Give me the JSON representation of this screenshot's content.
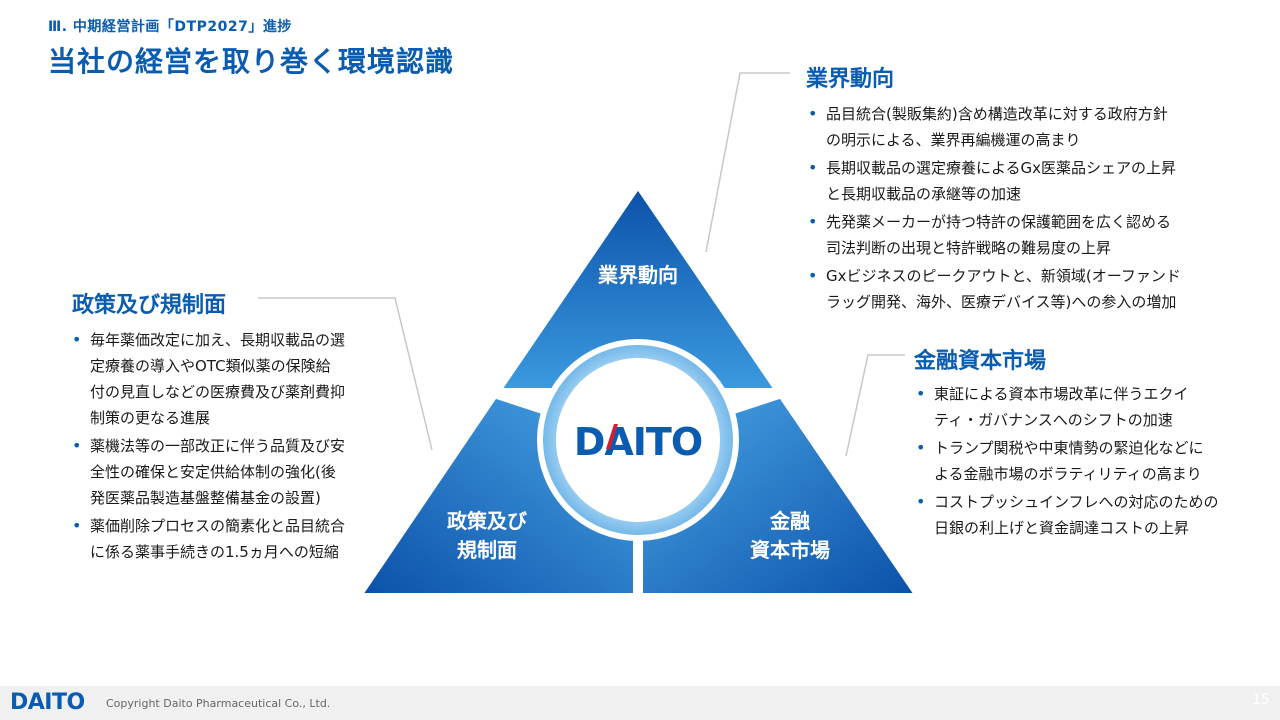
{
  "header": {
    "section_label": "Ⅲ. 中期経営計画「DTP2027」進捗",
    "title": "当社の経営を取り巻く環境認識"
  },
  "diagram": {
    "segments": {
      "top_line1": "業界動向",
      "left_line1": "政策及び",
      "left_line2": "規制面",
      "right_line1": "金融",
      "right_line2": "資本市場"
    },
    "center_logo": "DAITO"
  },
  "industry": {
    "heading": "業界動向",
    "items": [
      {
        "line1": "品目統合(製販集約)含め構造改革に対する政府方針",
        "line2": "の明示による、業界再編機運の高まり"
      },
      {
        "line1": "長期収載品の選定療養によるGx医薬品シェアの上昇",
        "line2": "と長期収載品の承継等の加速"
      },
      {
        "line1": "先発薬メーカーが持つ特許の保護範囲を広く認める",
        "line2": "司法判断の出現と特許戦略の難易度の上昇"
      },
      {
        "line1": "Gxビジネスのピークアウトと、新領域(オーファンド",
        "line2": "ラッグ開発、海外、医療デバイス等)への参入の増加"
      }
    ]
  },
  "policy": {
    "heading": "政策及び規制面",
    "items": [
      {
        "line1": "毎年薬価改定に加え、長期収載品の選",
        "line2": "定療養の導入やOTC類似薬の保険給",
        "line3": "付の見直しなどの医療費及び薬剤費抑",
        "line4": "制策の更なる進展"
      },
      {
        "line1": "薬機法等の一部改正に伴う品質及び安",
        "line2": "全性の確保と安定供給体制の強化(後",
        "line3": "発医薬品製造基盤整備基金の設置)"
      },
      {
        "line1": "薬価削除プロセスの簡素化と品目統合",
        "line2": "に係る薬事手続きの1.5ヵ月への短縮"
      }
    ]
  },
  "finance": {
    "heading": "金融資本市場",
    "items": [
      {
        "line1": "東証による資本市場改革に伴うエクイ",
        "line2": "ティ・ガバナンスへのシフトの加速"
      },
      {
        "line1": "トランプ関税や中東情勢の緊迫化などに",
        "line2": "よる金融市場のボラティリティの高まり"
      },
      {
        "line1": "コストプッシュインフレへの対応のための",
        "line2": "日銀の利上げと資金調達コストの上昇"
      }
    ]
  },
  "footer": {
    "logo": "DAITO",
    "copyright": "Copyright Daito Pharmaceutical Co., Ltd.",
    "page_number": "15"
  },
  "colors": {
    "brand_blue": "#0a5cb0",
    "logo_red": "#d2202f"
  }
}
